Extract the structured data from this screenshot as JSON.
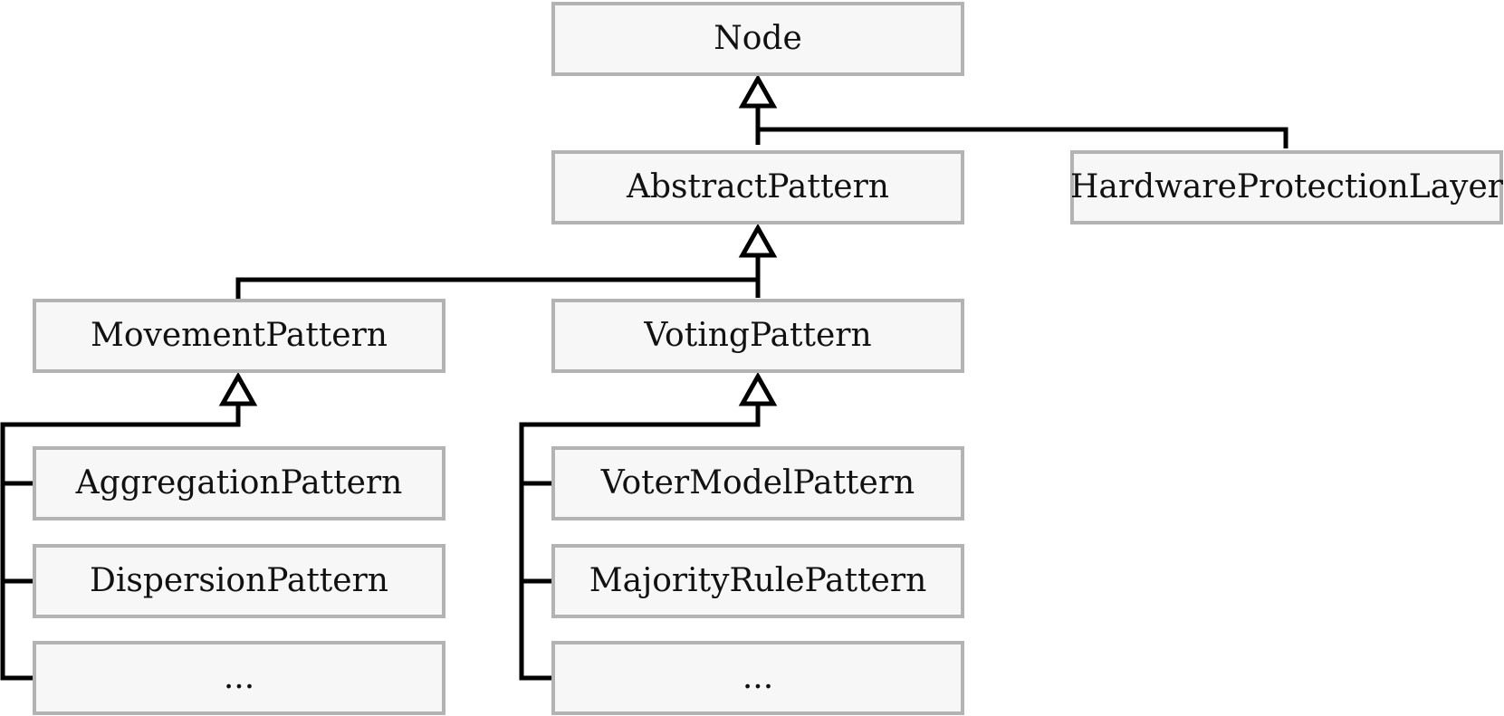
{
  "diagram": {
    "classes": {
      "node": "Node",
      "abstract_pattern": "AbstractPattern",
      "hardware_protection_layer": "HardwareProtectionLayer",
      "movement_pattern": "MovementPattern",
      "voting_pattern": "VotingPattern",
      "aggregation_pattern": "AggregationPattern",
      "dispersion_pattern": "DispersionPattern",
      "movement_more": "...",
      "voter_model_pattern": "VoterModelPattern",
      "majority_rule_pattern": "MajorityRulePattern",
      "voting_more": "..."
    },
    "relations": [
      {
        "child": "AbstractPattern",
        "parent": "Node"
      },
      {
        "child": "HardwareProtectionLayer",
        "parent": "Node"
      },
      {
        "child": "MovementPattern",
        "parent": "AbstractPattern"
      },
      {
        "child": "VotingPattern",
        "parent": "AbstractPattern"
      },
      {
        "child": "AggregationPattern",
        "parent": "MovementPattern"
      },
      {
        "child": "DispersionPattern",
        "parent": "MovementPattern"
      },
      {
        "child": "...",
        "parent": "MovementPattern"
      },
      {
        "child": "VoterModelPattern",
        "parent": "VotingPattern"
      },
      {
        "child": "MajorityRulePattern",
        "parent": "VotingPattern"
      },
      {
        "child": "...",
        "parent": "VotingPattern"
      }
    ],
    "colors": {
      "box_border": "#b3b3b3",
      "box_fill": "#f7f7f7",
      "connector": "#000000"
    }
  }
}
